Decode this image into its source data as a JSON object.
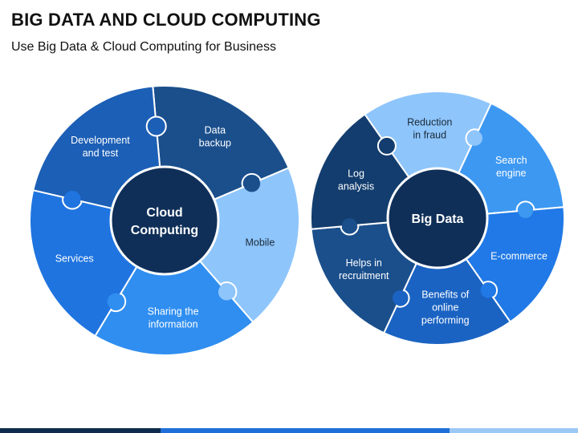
{
  "header": {
    "title": "BIG DATA AND CLOUD COMPUTING",
    "subtitle": "Use Big Data & Cloud Computing for Business"
  },
  "cloud": {
    "center": [
      "Cloud",
      "Computing"
    ],
    "segments": [
      {
        "id": "data-backup",
        "lines": [
          "Data",
          "backup"
        ],
        "color": "#1a4f8c",
        "dark": false
      },
      {
        "id": "mobile",
        "lines": [
          "Mobile"
        ],
        "color": "#8ec5fb",
        "dark": true
      },
      {
        "id": "sharing",
        "lines": [
          "Sharing the",
          "information"
        ],
        "color": "#2f8ef0",
        "dark": false
      },
      {
        "id": "services",
        "lines": [
          "Services"
        ],
        "color": "#1f74e0",
        "dark": false
      },
      {
        "id": "development",
        "lines": [
          "Development",
          "and test"
        ],
        "color": "#1c5fb6",
        "dark": false
      }
    ]
  },
  "bigdata": {
    "center": [
      "Big Data"
    ],
    "segments": [
      {
        "id": "reduction",
        "lines": [
          "Reduction",
          "in fraud"
        ],
        "color": "#8ec5fb",
        "dark": true
      },
      {
        "id": "search",
        "lines": [
          "Search",
          "engine"
        ],
        "color": "#3d98f2",
        "dark": false
      },
      {
        "id": "ecommerce",
        "lines": [
          "E-commerce"
        ],
        "color": "#2079e6",
        "dark": false
      },
      {
        "id": "benefits",
        "lines": [
          "Benefits of",
          "online",
          "performing"
        ],
        "color": "#1a63c3",
        "dark": false
      },
      {
        "id": "recruitment",
        "lines": [
          "Helps in",
          "recruitment"
        ],
        "color": "#1a4f8c",
        "dark": false
      },
      {
        "id": "log",
        "lines": [
          "Log",
          "analysis"
        ],
        "color": "#133d6e",
        "dark": false
      }
    ]
  },
  "colors": {
    "center_fill": "#0f2f58",
    "outline": "#ffffff"
  }
}
